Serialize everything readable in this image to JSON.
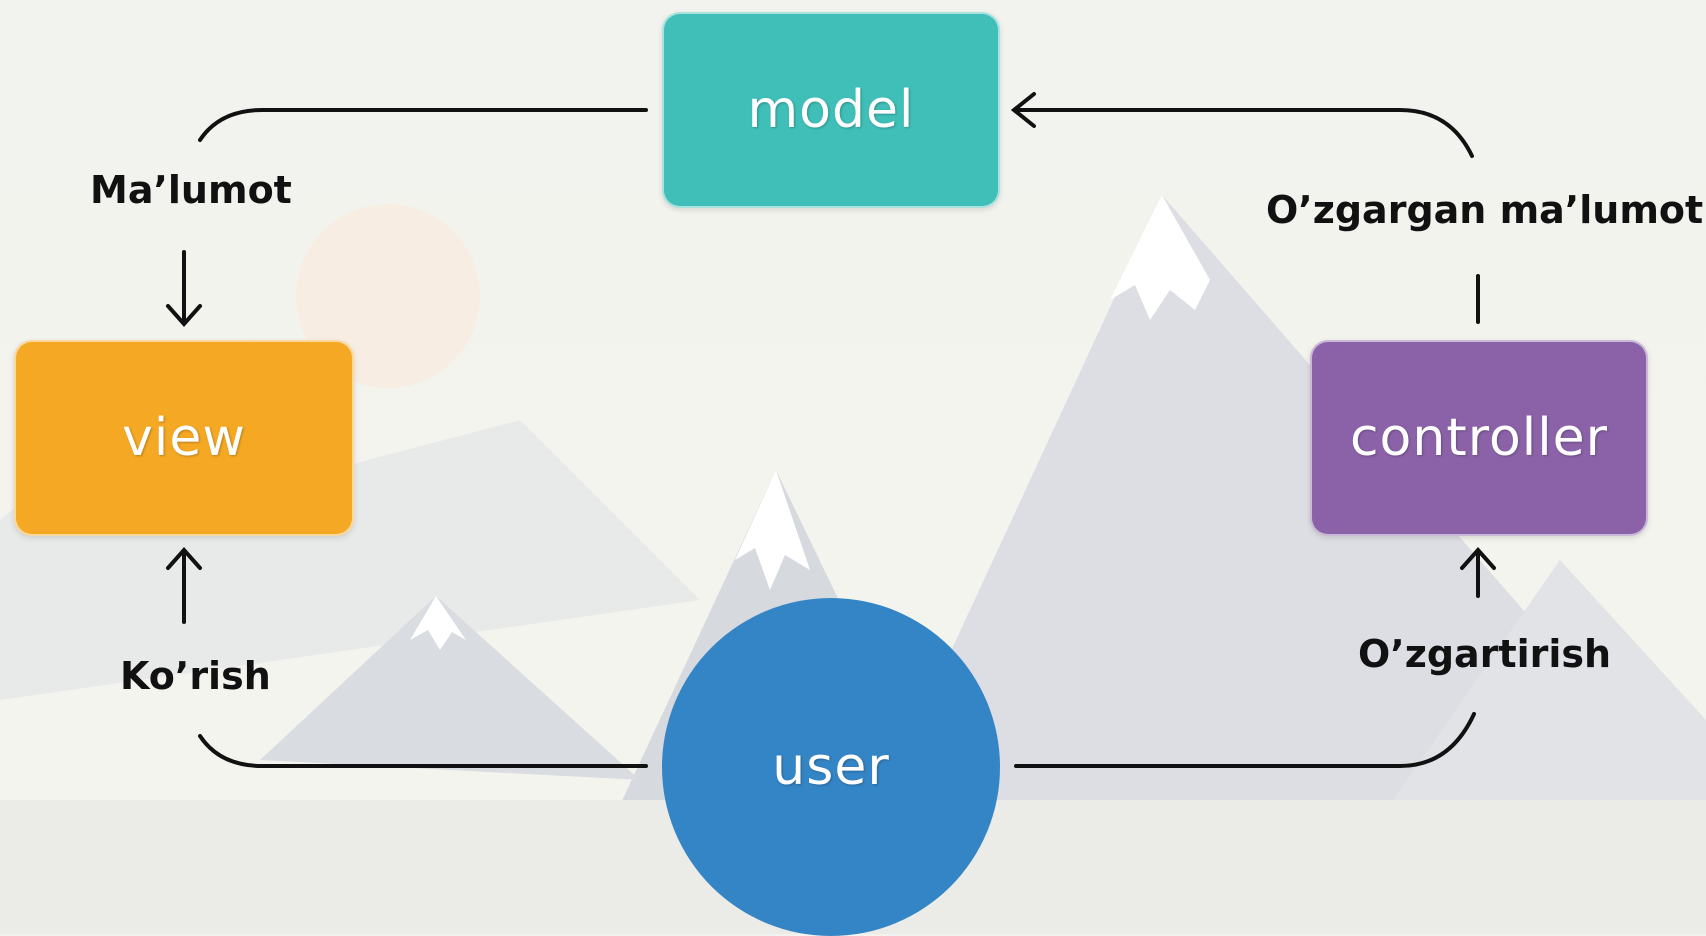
{
  "nodes": {
    "model": {
      "label": "model",
      "color": "#3fbfb8"
    },
    "view": {
      "label": "view",
      "color": "#f5a823"
    },
    "controller": {
      "label": "controller",
      "color": "#8b62a8"
    },
    "user": {
      "label": "user",
      "color": "#3485c6"
    }
  },
  "edges": {
    "model_to_view": "Ma’lumot",
    "controller_to_model": "O’zgargan ma’lumot",
    "user_to_view": "Ko’rish",
    "user_to_controller": "O’zgartirish"
  },
  "colors": {
    "line": "#111111",
    "background": "#f3f4ef"
  }
}
